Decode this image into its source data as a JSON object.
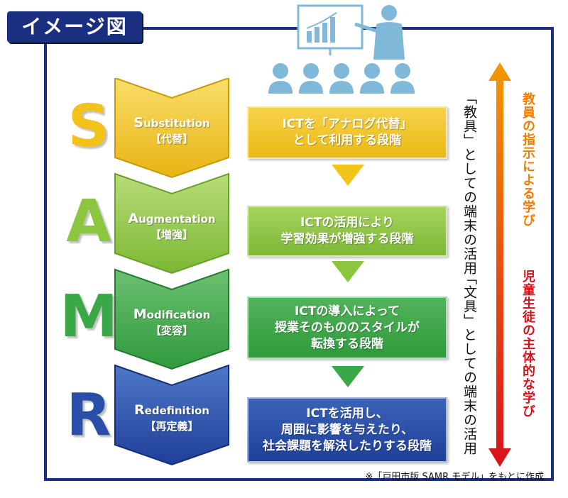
{
  "title": "イメージ図",
  "stages": [
    {
      "letter": "S",
      "first": "S",
      "rest": "ubstitution",
      "jp": "【代替】",
      "desc": "ICTを「アナログ代替」\nとして利用する段階"
    },
    {
      "letter": "A",
      "first": "A",
      "rest": "ugmentation",
      "jp": "【増強】",
      "desc": "ICTの活用により\n学習効果が増強する段階"
    },
    {
      "letter": "M",
      "first": "M",
      "rest": "odification",
      "jp": "【変容】",
      "desc": "ICTの導入によって\n授業そのもののスタイルが\n転換する段階"
    },
    {
      "letter": "R",
      "first": "R",
      "rest": "edefinition",
      "jp": "【再定義】",
      "desc": "ICTを活用し、\n周囲に影響を与えたり、\n社会課題を解決したりする段階"
    }
  ],
  "vertical_labels": {
    "kyogu": "「教具」としての端末の活用",
    "bungu": "「文具」としての端末の活用",
    "teacher_led": "教員の指示による学び",
    "student_led": "児童生徒の主体的な学び"
  },
  "footnote": "※「戸田市版 SAMR モデル」をもとに作成",
  "colors": {
    "navy": "#1b2f80",
    "s": "#f2c21b",
    "a": "#8cc63f",
    "m": "#3aa846",
    "r": "#2a4fa8",
    "arrow_top": "#f39800",
    "arrow_bottom": "#d7121b"
  }
}
